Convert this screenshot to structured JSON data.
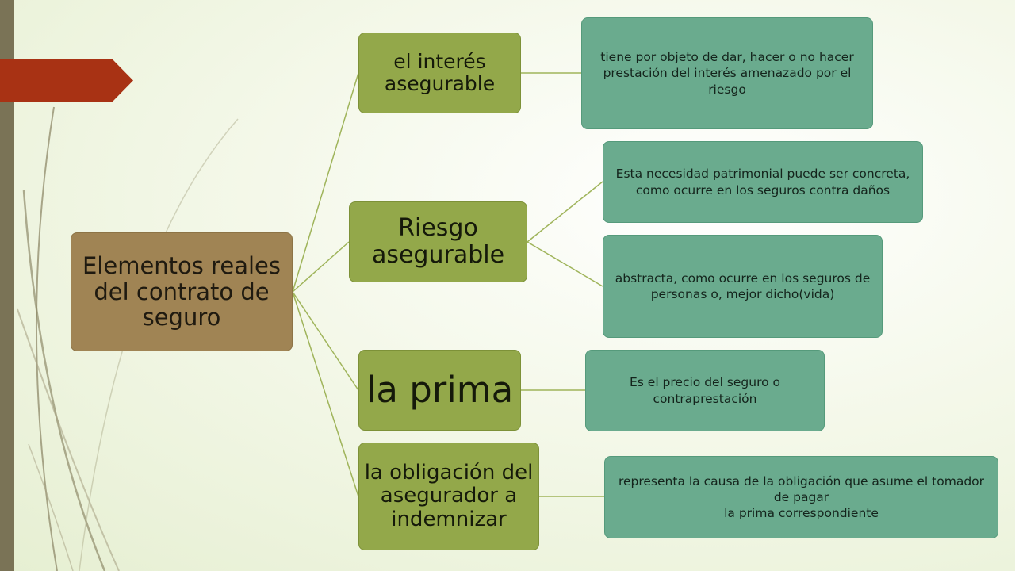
{
  "diagram": {
    "root": {
      "label": "Elementos reales del contrato de seguro"
    },
    "branches": [
      {
        "label": "el interés asegurable",
        "details": [
          "tiene por objeto de dar, hacer o no hacer prestación del interés amenazado por el riesgo"
        ]
      },
      {
        "label": "Riesgo asegurable",
        "details": [
          "Esta necesidad patrimonial puede ser concreta, como ocurre en los seguros contra daños",
          "abstracta, como ocurre en los seguros de personas o, mejor dicho(vida)"
        ]
      },
      {
        "label": "la prima",
        "details": [
          "Es el precio del seguro o contraprestación"
        ]
      },
      {
        "label": "la obligación del asegurador a indemnizar",
        "details": [
          "representa la causa de la obligación que asume el tomador de pagar\nla prima correspondiente"
        ]
      }
    ]
  },
  "colors": {
    "root_fill": "#a08454",
    "branch_fill": "#93a84a",
    "detail_fill": "#6aab8e",
    "connector": "#9fb45a",
    "accent_tab": "#a83214",
    "left_bar": "#7a7356"
  }
}
